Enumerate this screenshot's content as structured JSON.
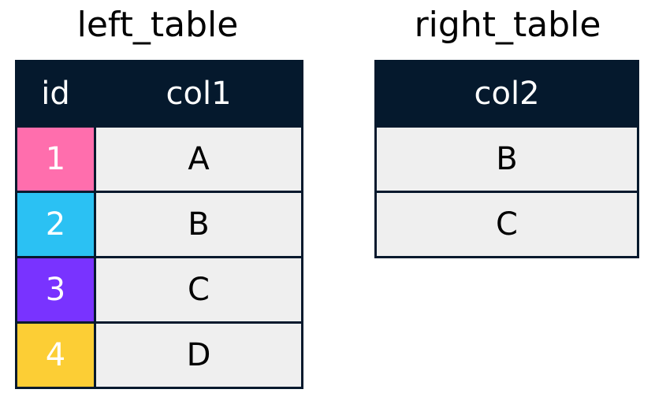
{
  "left_table": {
    "title": "left_table",
    "headers": [
      "id",
      "col1"
    ],
    "rows": [
      {
        "id": "1",
        "col1": "A",
        "color": "#ff6ead"
      },
      {
        "id": "2",
        "col1": "B",
        "color": "#2bc1f3"
      },
      {
        "id": "3",
        "col1": "C",
        "color": "#7933ff"
      },
      {
        "id": "4",
        "col1": "D",
        "color": "#fcce35"
      }
    ]
  },
  "right_table": {
    "title": "right_table",
    "headers": [
      "col2"
    ],
    "rows": [
      {
        "col2": "B"
      },
      {
        "col2": "C"
      }
    ]
  },
  "colors": {
    "header_bg": "#05192d",
    "header_text": "#ffffff",
    "cell_bg": "#efefef"
  }
}
